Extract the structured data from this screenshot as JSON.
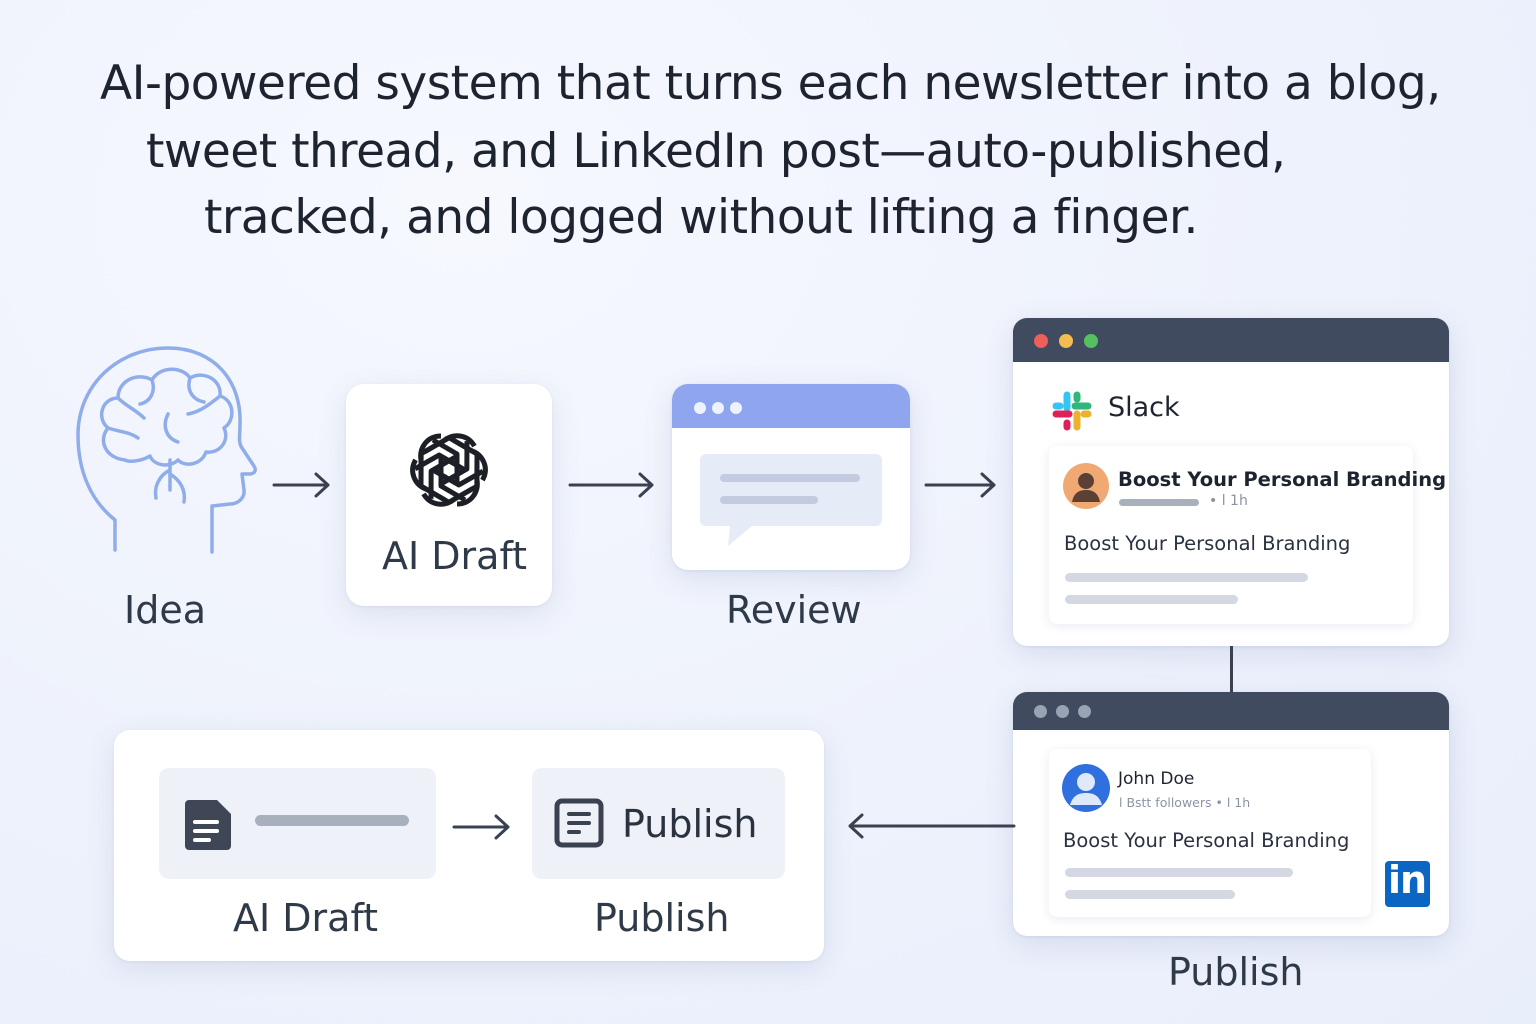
{
  "headline": {
    "line1": "AI-powered system that turns each newsletter into a blog,",
    "line2": "tweet thread, and LinkedIn post—auto-published,",
    "line3": "tracked, and logged without lifting a finger."
  },
  "steps": {
    "idea_label": "Idea",
    "ai_draft_card_label": "AI Draft",
    "review_label": "Review"
  },
  "slack_window": {
    "app_name": "Slack",
    "post_title": "Boost Your Personal Branding",
    "post_meta": "• l 1h",
    "post_body": "Boost Your Personal Branding"
  },
  "linkedin_window": {
    "author": "John Doe",
    "meta": "l Bstt followers • l 1h",
    "post_body": "Boost Your Personal Branding",
    "logo_text": "in",
    "label": "Publish"
  },
  "bottom_panel": {
    "publish_button_text": "Publish",
    "ai_draft_label": "AI Draft",
    "publish_label": "Publish"
  },
  "colors": {
    "titlebar": "#404b60",
    "review_bar": "#8fa6ee",
    "linkedin_blue": "#0a66c2",
    "mac_red": "#ee5e5a",
    "mac_yellow": "#f3bd4f",
    "mac_green": "#54c05f"
  },
  "icons": [
    "brain-head-icon",
    "openai-logo-icon",
    "chat-bubble-icon",
    "slack-logo-icon",
    "avatar-icon",
    "linkedin-logo-icon",
    "document-icon",
    "publish-doc-icon",
    "arrow-right-icon",
    "arrow-left-icon"
  ]
}
